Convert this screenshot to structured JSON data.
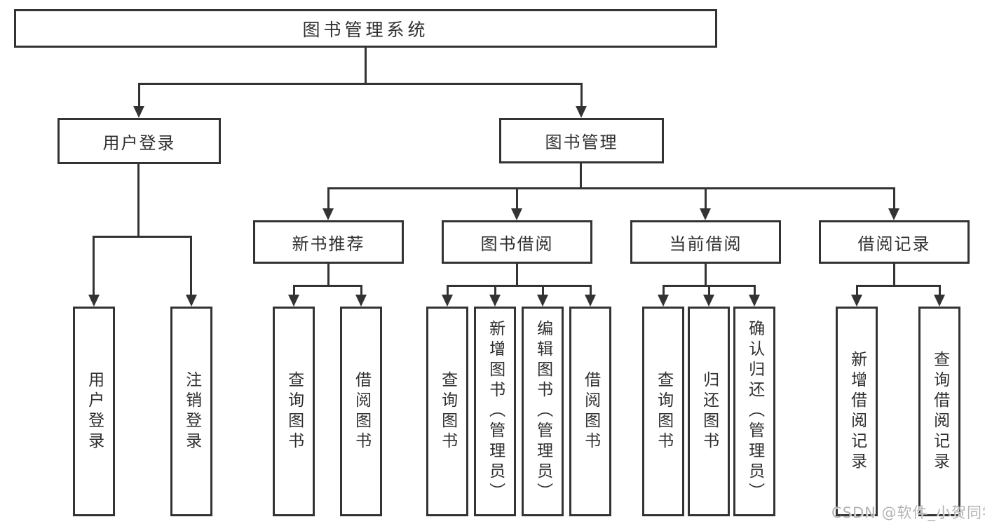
{
  "meta": {
    "background_color": "#ffffff",
    "line_color": "#333333",
    "text_color": "#2f2f2f",
    "watermark_color": "#b3b3b3"
  },
  "tree": {
    "root": {
      "label": "图书管理系统"
    },
    "branches": {
      "user_login": {
        "label": "用户登录",
        "children": [
          {
            "label": "用户登录"
          },
          {
            "label": "注销登录"
          }
        ]
      },
      "book_management": {
        "label": "图书管理",
        "children": [
          {
            "label": "新书推荐",
            "children": [
              {
                "label": "查询图书"
              },
              {
                "label": "借阅图书"
              }
            ]
          },
          {
            "label": "图书借阅",
            "children": [
              {
                "label": "查询图书"
              },
              {
                "label": "新增图书（管理员）"
              },
              {
                "label": "编辑图书（管理员）"
              },
              {
                "label": "借阅图书"
              }
            ]
          },
          {
            "label": "当前借阅",
            "children": [
              {
                "label": "查询图书"
              },
              {
                "label": "归还图书"
              },
              {
                "label": "确认归还（管理员）"
              }
            ]
          },
          {
            "label": "借阅记录",
            "children": [
              {
                "label": "新增借阅记录"
              },
              {
                "label": "查询借阅记录"
              }
            ]
          }
        ]
      }
    }
  },
  "watermark": {
    "text": "CSDN @软件_小贺同学"
  }
}
